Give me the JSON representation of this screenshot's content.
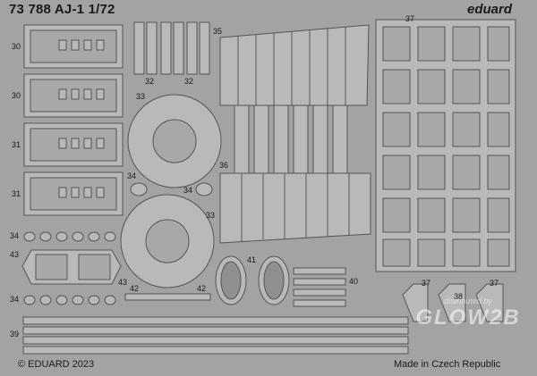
{
  "header": {
    "title": "73 788 AJ-1 1/72",
    "brand": "eduard"
  },
  "footer": {
    "copyright": "© EDUARD 2023",
    "origin": "Made in Czech Republic"
  },
  "watermark": {
    "top_text": "distributed by",
    "main_text": "GLOW2B"
  },
  "part_numbers": {
    "p30a": "30",
    "p30b": "30",
    "p31a": "31",
    "p31b": "31",
    "p32a": "32",
    "p32b": "32",
    "p33a": "33",
    "p33b": "33",
    "p34a": "34",
    "p34b": "34",
    "p34c": "34",
    "p34d": "34",
    "p35": "35",
    "p36": "36",
    "p37a": "37",
    "p37b": "37",
    "p37c": "37",
    "p38": "38",
    "p39": "39",
    "p40": "40",
    "p41": "41",
    "p42a": "42",
    "p42b": "42",
    "p43a": "43",
    "p43b": "43"
  },
  "colors": {
    "fret": "#a3a3a3",
    "part_fill": "#b9b9b9",
    "outline": "#555555",
    "text": "#1a1a1a"
  }
}
